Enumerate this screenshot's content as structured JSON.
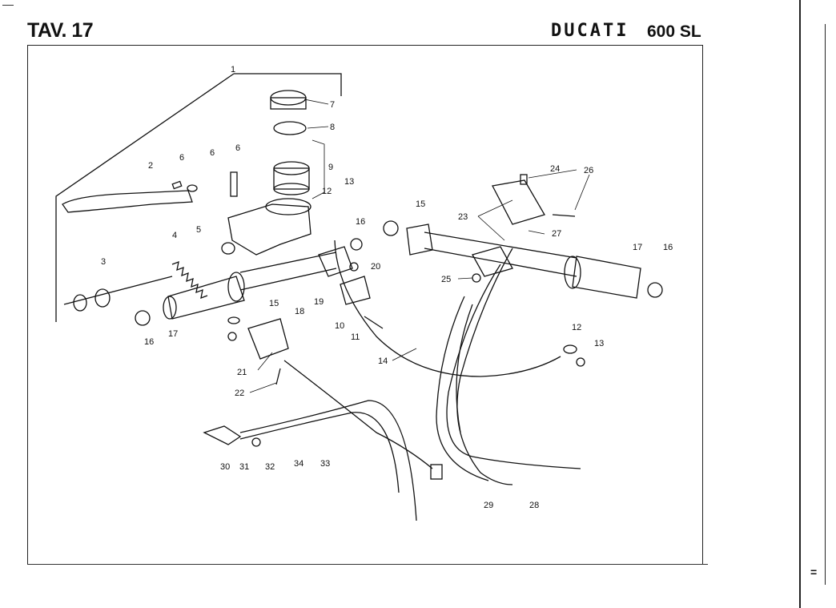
{
  "header": {
    "plate": "TAV. 17",
    "brand": "DUCATI",
    "model": "600 SL"
  },
  "side_mark": "=",
  "callouts": [
    "1",
    "2",
    "3",
    "4",
    "5",
    "6",
    "7",
    "8",
    "9",
    "10",
    "11",
    "12",
    "13",
    "14",
    "15",
    "16",
    "17",
    "18",
    "19",
    "20",
    "21",
    "22",
    "23",
    "24",
    "25",
    "26",
    "27",
    "28",
    "29",
    "30",
    "31",
    "32",
    "33",
    "34"
  ]
}
